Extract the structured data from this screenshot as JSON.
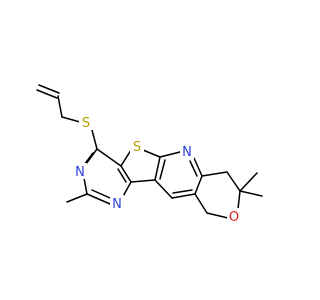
{
  "molecule": {
    "atoms": {
      "sulfur_thioether": "S",
      "sulfur_thiophene": "S",
      "nitrogen_pyrimidine_upper": "N",
      "nitrogen_pyrimidine_lower": "N",
      "nitrogen_pyridine": "N",
      "oxygen_pyran": "O"
    },
    "colors": {
      "bond": "#000000",
      "sulfur": "#b5a000",
      "nitrogen": "#2a3fd8",
      "oxygen": "#e02020"
    }
  }
}
